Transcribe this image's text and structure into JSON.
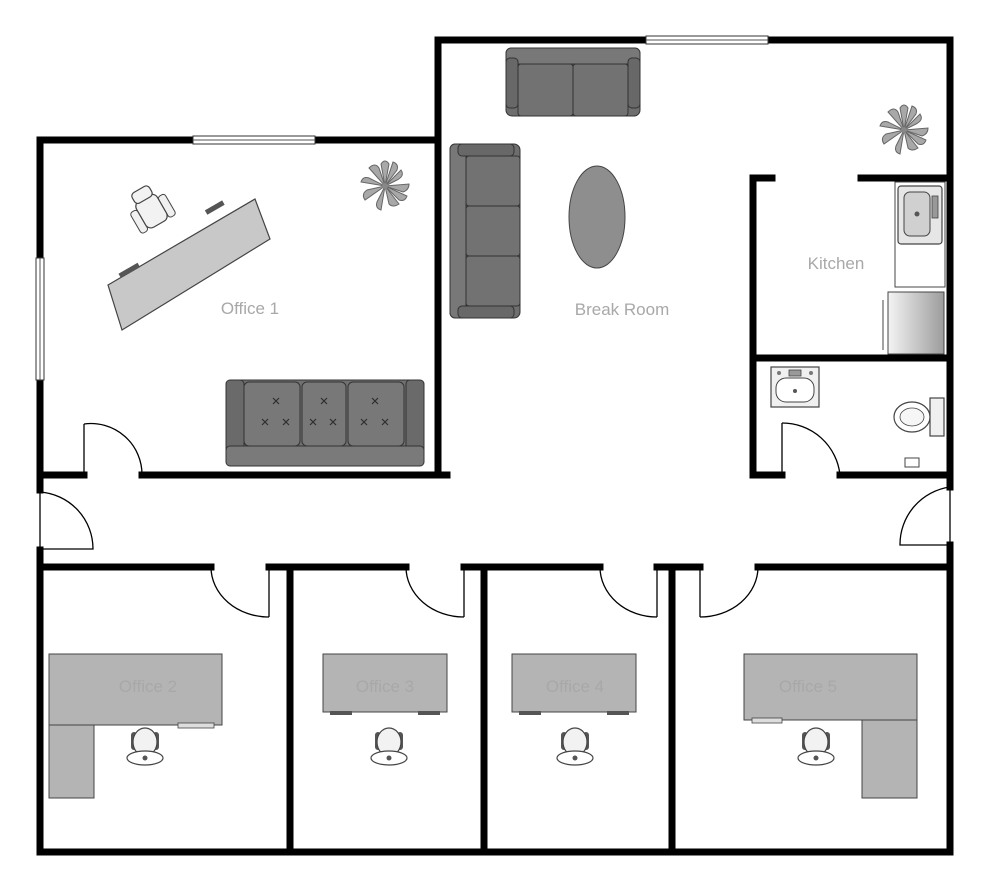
{
  "rooms": {
    "office1": "Office 1",
    "break_room": "Break Room",
    "kitchen": "Kitchen",
    "office2": "Office 2",
    "office3": "Office 3",
    "office4": "Office 4",
    "office5": "Office 5"
  },
  "colors": {
    "wall": "#000000",
    "furniture_dark": "#6e6e6e",
    "furniture_mid": "#b4b4b4",
    "furniture_light": "#c8c8c8",
    "label": "#a8a8a8",
    "plant": "#9a9a9a"
  }
}
